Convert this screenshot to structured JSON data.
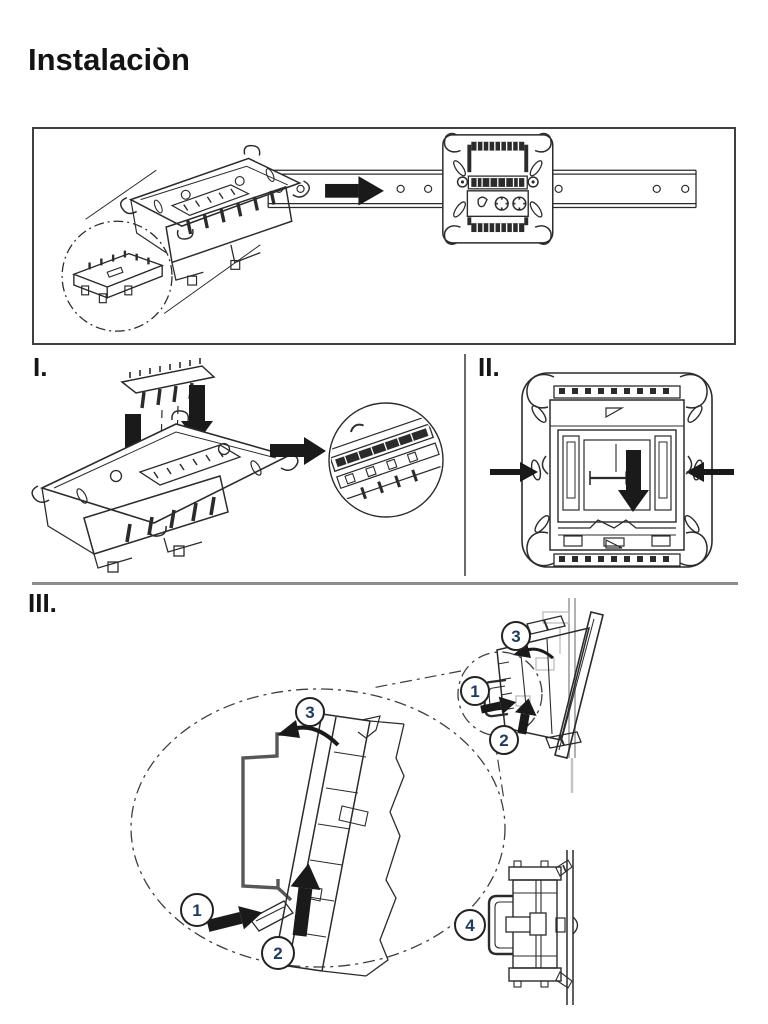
{
  "page": {
    "title": "Instalaciòn"
  },
  "figures": {
    "step_i": {
      "label": "I."
    },
    "step_ii": {
      "label": "II."
    },
    "step_iii": {
      "label": "III."
    }
  },
  "callouts": {
    "one": "1",
    "two": "2",
    "three": "3",
    "four": "4"
  },
  "colors": {
    "ink": "#2b2b2b",
    "arrow_black": "#1a1a1a",
    "callout_number": "#1e3a5f",
    "rail_gray": "#575757",
    "hidden_gray": "#b9b9b9",
    "divider_gray": "#8c8c8c"
  }
}
